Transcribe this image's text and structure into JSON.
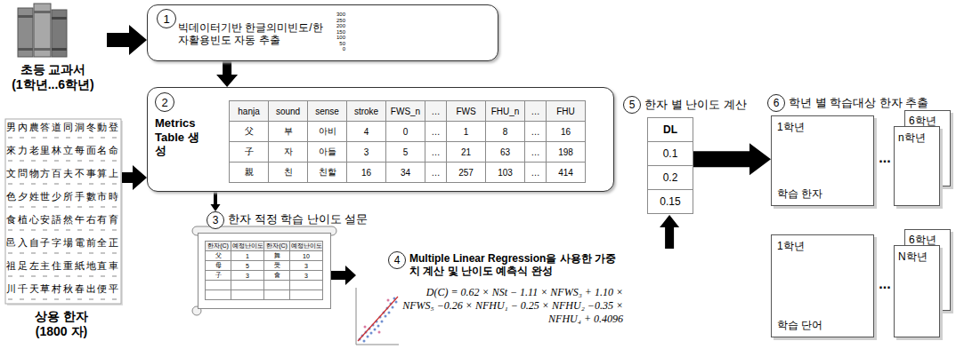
{
  "diagram": {
    "nodes": [
      {
        "text": [
          "초등 교과서 (1학년...6학년)"
        ]
      },
      {
        "text": [
          "상용 한자 (1800 자)"
        ]
      },
      {
        "text": [
          "빅데이터기반 한글의미빈도/한자활용빈도 자동 추출"
        ]
      },
      {
        "text": [
          "1"
        ],
        "in": 2
      },
      {
        "text": [
          "Metrics Table 생성"
        ]
      },
      {
        "text": [
          "2"
        ],
        "in": 4
      },
      {
        "text": [
          "hanja",
          "sound",
          "sense",
          "stroke",
          "FWS_n",
          "…",
          "FWS",
          "FHU_n",
          "…",
          "FHU",
          "父",
          "부",
          "아비",
          "4",
          "0",
          "…",
          "1",
          "8",
          "…",
          "16",
          "子",
          "자",
          "아들",
          "3",
          "5",
          "…",
          "21",
          "63",
          "…",
          "198",
          "親",
          "친",
          "친할",
          "16",
          "34",
          "…",
          "257",
          "103",
          "…",
          "414"
        ],
        "in": 4
      },
      {
        "text": [
          "3"
        ]
      },
      {
        "text": [
          "한자(C)",
          "예정난이도",
          "한자(C)",
          "예정난이도",
          "父",
          "1",
          "舞",
          "10",
          "母",
          "5",
          "受",
          "3",
          "子",
          "3",
          "會",
          "3"
        ]
      },
      {
        "text": [
          "Multiple Linear Regression을 사용한 가중치 계산 및 난이도 예측식 완성",
          "D(C) = 0.62 × NSt − 1.11 × NFWS₃ + 1.10 × NFWS₅ −0.26 × NFHU₁ − 0.25 × NFHU₂ −0.35 × NFHU₄ + 0.4096"
        ]
      },
      {
        "text": [
          "4"
        ],
        "in": 9
      },
      {
        "text": [
          "5"
        ]
      },
      {
        "text": [
          "DL",
          "0.1",
          "0.2",
          "0.15"
        ]
      },
      {
        "text": [
          "6"
        ]
      },
      {
        "text": [
          "1학년",
          "학습 한자"
        ]
      },
      {
        "text": [
          "6학년"
        ]
      },
      {
        "text": [
          "n학년"
        ]
      },
      {
        "text": [
          "1학년",
          "학습 단어"
        ]
      },
      {
        "text": [
          "6학년"
        ]
      },
      {
        "text": [
          "N학년"
        ]
      }
    ],
    "edges": [
      {
        "from": 0,
        "to": 2,
        "arrow": "to"
      },
      {
        "from": 1,
        "to": 4,
        "arrow": "to"
      },
      {
        "from": 2,
        "to": 4,
        "arrow": "to"
      },
      {
        "from": 4,
        "to": 7,
        "arrow": "to"
      },
      {
        "from": 8,
        "to": 9,
        "arrow": "to"
      },
      {
        "from": 9,
        "to": 12,
        "arrow": "to"
      },
      {
        "from": 12,
        "to": 14,
        "arrow": "to"
      }
    ],
    "labels": [
      "한자 적정 학습 난이도 설문",
      "한자 별 난이도 계산",
      "학년 별 학습대상 한자 추출",
      "...",
      "...",
      "男內農答道同洞冬動登",
      "來力老里林立每面名命",
      "文問物方百夫不事算上",
      "色夕姓世少所手數市時",
      "食植心安語然午右有育",
      "邑入自子字場電前全正",
      "祖足左主住重紙地直車",
      "川千天草村秋春出便平",
      "300",
      "250",
      "200",
      "150",
      "100",
      "50",
      "0"
    ]
  }
}
